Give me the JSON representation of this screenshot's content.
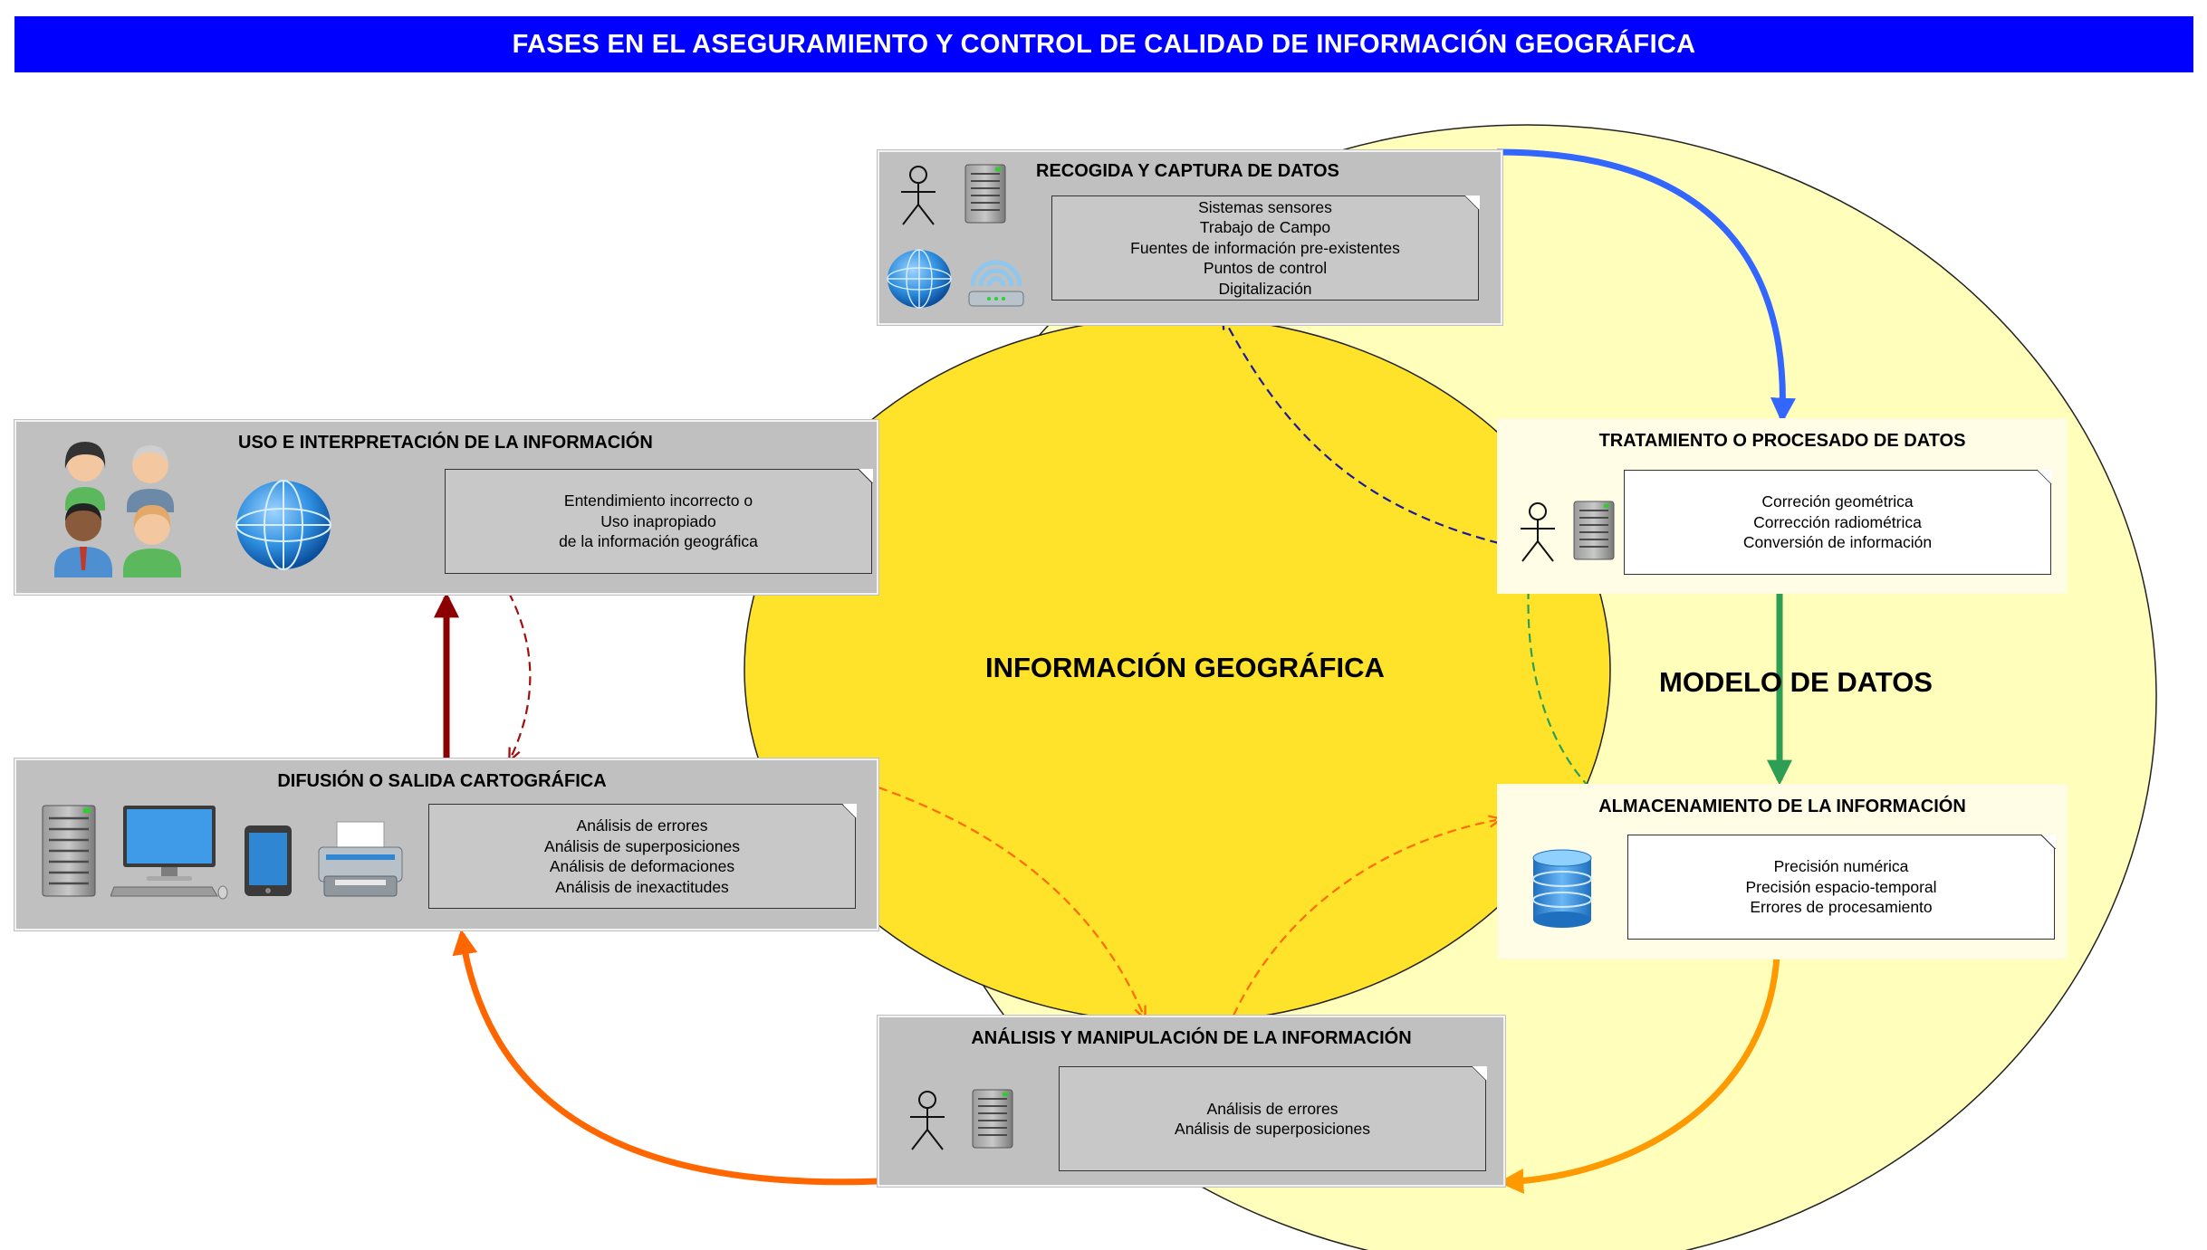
{
  "title": "FASES EN EL ASEGURAMIENTO Y CONTROL DE CALIDAD DE INFORMACIÓN GEOGRÁFICA",
  "center_label": "INFORMACIÓN GEOGRÁFICA",
  "model_label": "MODELO DE DATOS",
  "colors": {
    "title_bg": "#0000ff",
    "outer_ellipse": "#ffffbb",
    "inner_circle": "#ffe32a",
    "arrow_blue": "#3366ff",
    "arrow_green": "#2e9e55",
    "arrow_orange": "#ff9900",
    "arrow_red_orange": "#ff6600",
    "arrow_dark_red": "#8b0000"
  },
  "stages": {
    "recogida": {
      "title": "RECOGIDA Y CAPTURA DE DATOS",
      "items": [
        "Sistemas sensores",
        "Trabajo de Campo",
        "Fuentes de información pre-existentes",
        "Puntos de control",
        "Digitalización"
      ],
      "icons": [
        "actor-icon",
        "server-icon",
        "globe-icon",
        "wireless-router-icon"
      ]
    },
    "tratamiento": {
      "title": "TRATAMIENTO O PROCESADO DE DATOS",
      "items": [
        "Correción geométrica",
        "Corrección radiométrica",
        "Conversión de información"
      ],
      "icons": [
        "actor-icon",
        "server-icon"
      ]
    },
    "almacenamiento": {
      "title": "ALMACENAMIENTO DE LA INFORMACIÓN",
      "items": [
        "Precisión numérica",
        "Precisión espacio-temporal",
        "Errores de procesamiento"
      ],
      "icons": [
        "database-icon"
      ]
    },
    "analisis": {
      "title": "ANÁLISIS Y MANIPULACIÓN DE LA INFORMACIÓN",
      "items": [
        "Análisis de errores",
        "Análisis de superposiciones"
      ],
      "icons": [
        "actor-icon",
        "server-icon"
      ]
    },
    "difusion": {
      "title": "DIFUSIÓN O SALIDA CARTOGRÁFICA",
      "items": [
        "Análisis de errores",
        "Análisis de superposiciones",
        "Análisis de deformaciones",
        "Análisis de inexactitudes"
      ],
      "icons": [
        "server-icon",
        "desktop-computer-icon",
        "tablet-icon",
        "printer-icon"
      ]
    },
    "uso": {
      "title": "USO E INTERPRETACIÓN DE LA INFORMACIÓN",
      "items": [
        "Entendimiento incorrecto o",
        "Uso inapropiado",
        "de la información geográfica"
      ],
      "icons": [
        "users-group-icon",
        "globe-icon"
      ]
    }
  }
}
